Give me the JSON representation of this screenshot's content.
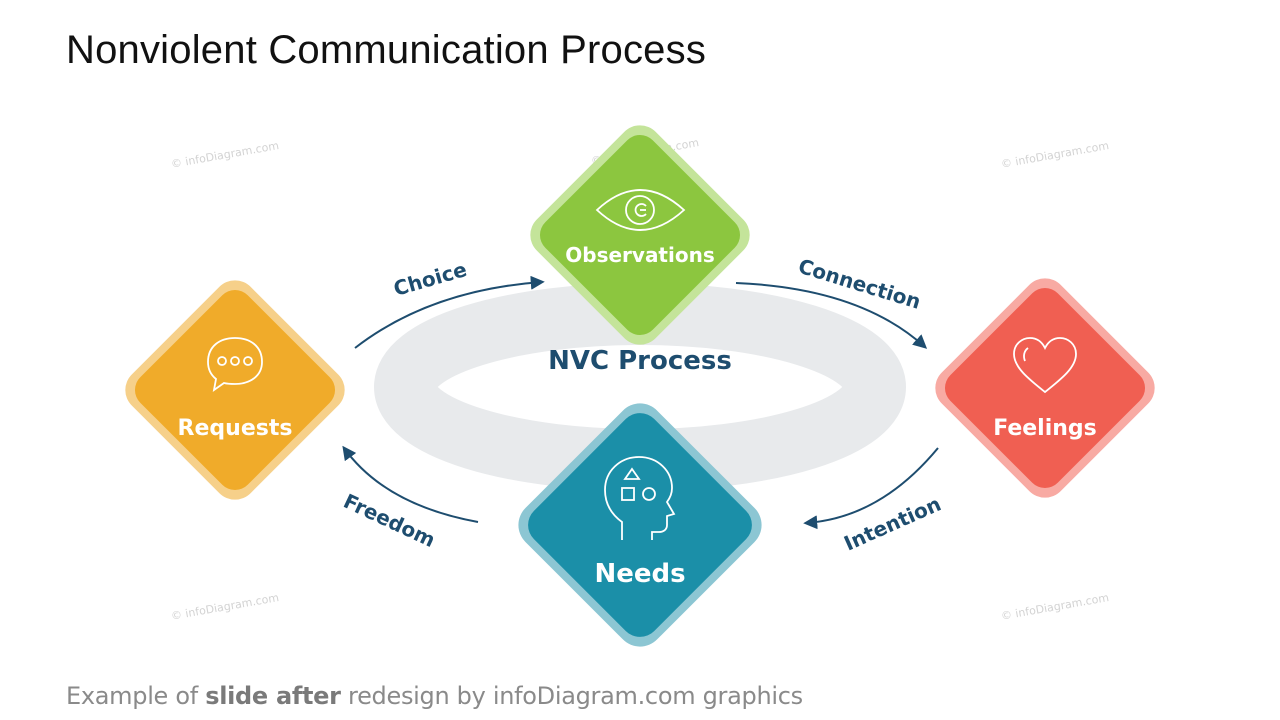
{
  "slide": {
    "title": "Nonviolent Communication Process",
    "footer": {
      "prefix": "Example of ",
      "bold": "slide after",
      "suffix": " redesign by infoDiagram.com graphics"
    },
    "watermark_text": "© infoDiagram.com"
  },
  "diagram": {
    "center_label": "NVC Process",
    "nodes": {
      "observations": {
        "label": "Observations",
        "icon": "eye-icon",
        "color": "#8cc63f"
      },
      "feelings": {
        "label": "Feelings",
        "icon": "heart-icon",
        "color": "#f05f52"
      },
      "needs": {
        "label": "Needs",
        "icon": "head-shapes-icon",
        "color": "#1b8fa8"
      },
      "requests": {
        "label": "Requests",
        "icon": "speech-bubble-icon",
        "color": "#f0ab2a"
      }
    },
    "arcs": {
      "choice": "Choice",
      "connection": "Connection",
      "intention": "Intention",
      "freedom": "Freedom"
    },
    "colors": {
      "ring": "#e8eaec",
      "arrow": "#1e4d6f",
      "text_dark": "#1e4d6f"
    }
  }
}
